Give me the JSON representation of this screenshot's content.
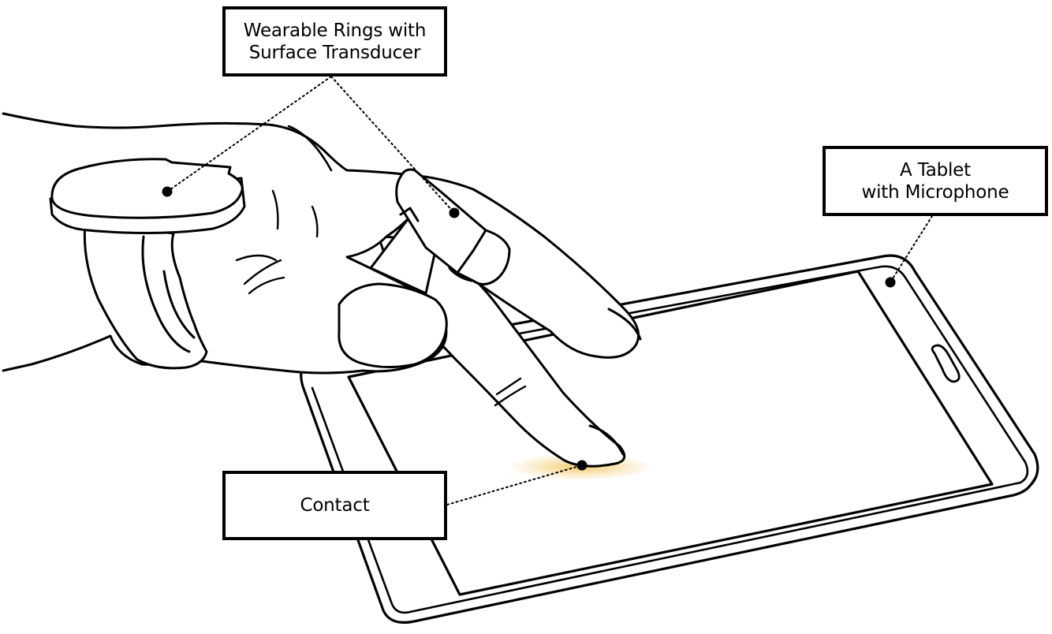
{
  "labels": {
    "rings": {
      "line1": "Wearable Rings with",
      "line2": "Surface Transducer"
    },
    "tablet": {
      "line1": "A Tablet",
      "line2": "with Microphone"
    },
    "contact": {
      "line1": "Contact"
    }
  },
  "colors": {
    "ink": "#000000",
    "background": "#ffffff",
    "contact_glow": "#f5d48a"
  }
}
